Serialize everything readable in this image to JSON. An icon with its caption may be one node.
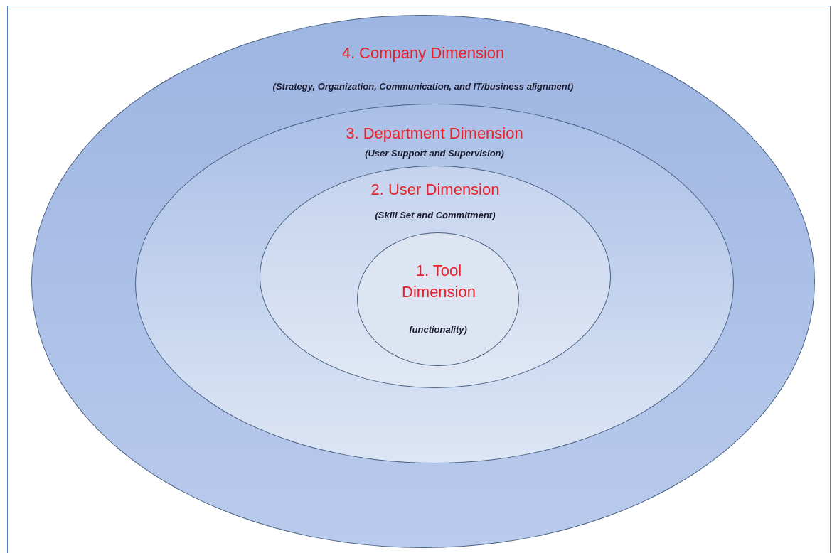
{
  "diagram": {
    "nodes": [
      {
        "text": [
          "4. Company Dimension",
          "(Strategy,  Organization, Communication, and IT/business alignment)"
        ]
      },
      {
        "text": [
          "3. Department Dimension",
          "(User Support and Supervision)"
        ],
        "in": 0
      },
      {
        "text": [
          "2. User Dimension",
          "(Skill Set and Commitment)"
        ],
        "in": 1
      },
      {
        "text": [
          "1. Tool Dimension",
          "functionality)"
        ],
        "in": 2
      }
    ]
  }
}
